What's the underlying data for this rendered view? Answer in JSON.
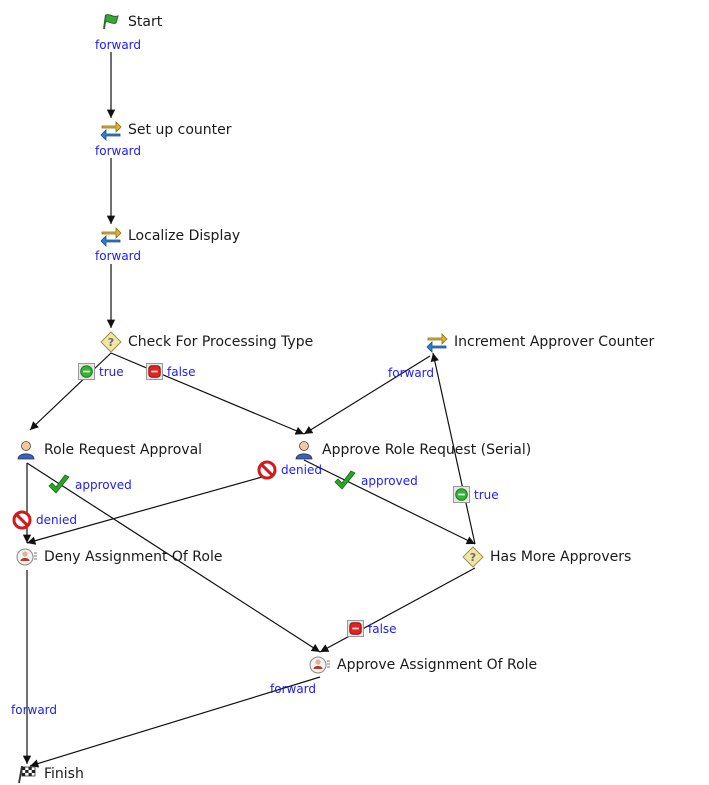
{
  "nodes": {
    "start": {
      "label": "Start",
      "icon": "green-flag-icon"
    },
    "setup": {
      "label": "Set up counter",
      "icon": "transfer-arrows-icon"
    },
    "localize": {
      "label": "Localize Display",
      "icon": "transfer-arrows-icon"
    },
    "check": {
      "label": "Check For Processing Type",
      "icon": "decision-diamond-icon"
    },
    "increment": {
      "label": "Increment Approver Counter",
      "icon": "transfer-arrows-icon"
    },
    "role_request": {
      "label": "Role Request Approval",
      "icon": "user-approval-icon"
    },
    "approve_serial": {
      "label": "Approve Role Request (Serial)",
      "icon": "user-approval-icon"
    },
    "deny": {
      "label": "Deny Assignment Of Role",
      "icon": "user-badge-icon"
    },
    "has_more": {
      "label": "Has More Approvers",
      "icon": "decision-diamond-icon"
    },
    "approve_assign": {
      "label": "Approve Assignment Of Role",
      "icon": "user-badge-icon"
    },
    "finish": {
      "label": "Finish",
      "icon": "checkered-flag-icon"
    }
  },
  "edges": {
    "start_forward": {
      "label": "forward"
    },
    "setup_forward": {
      "label": "forward"
    },
    "localize_forward": {
      "label": "forward"
    },
    "check_true": {
      "label": "true",
      "marker": "green-check-button-icon"
    },
    "check_false": {
      "label": "false",
      "marker": "red-stop-button-icon"
    },
    "increment_forward": {
      "label": "forward"
    },
    "rr_approved": {
      "label": "approved",
      "marker": "green-checkmark-icon"
    },
    "rr_denied": {
      "label": "denied",
      "marker": "no-entry-icon"
    },
    "serial_denied": {
      "label": "denied",
      "marker": "no-entry-icon"
    },
    "serial_approved": {
      "label": "approved",
      "marker": "green-checkmark-icon"
    },
    "hasmore_true": {
      "label": "true",
      "marker": "green-check-button-icon"
    },
    "hasmore_false": {
      "label": "false",
      "marker": "red-stop-button-icon"
    },
    "deny_forward": {
      "label": "forward"
    },
    "approve_forward": {
      "label": "forward"
    }
  },
  "colors": {
    "edge": "#111111",
    "edge_label": "#2020ee",
    "node_label": "#1a1a1a"
  }
}
